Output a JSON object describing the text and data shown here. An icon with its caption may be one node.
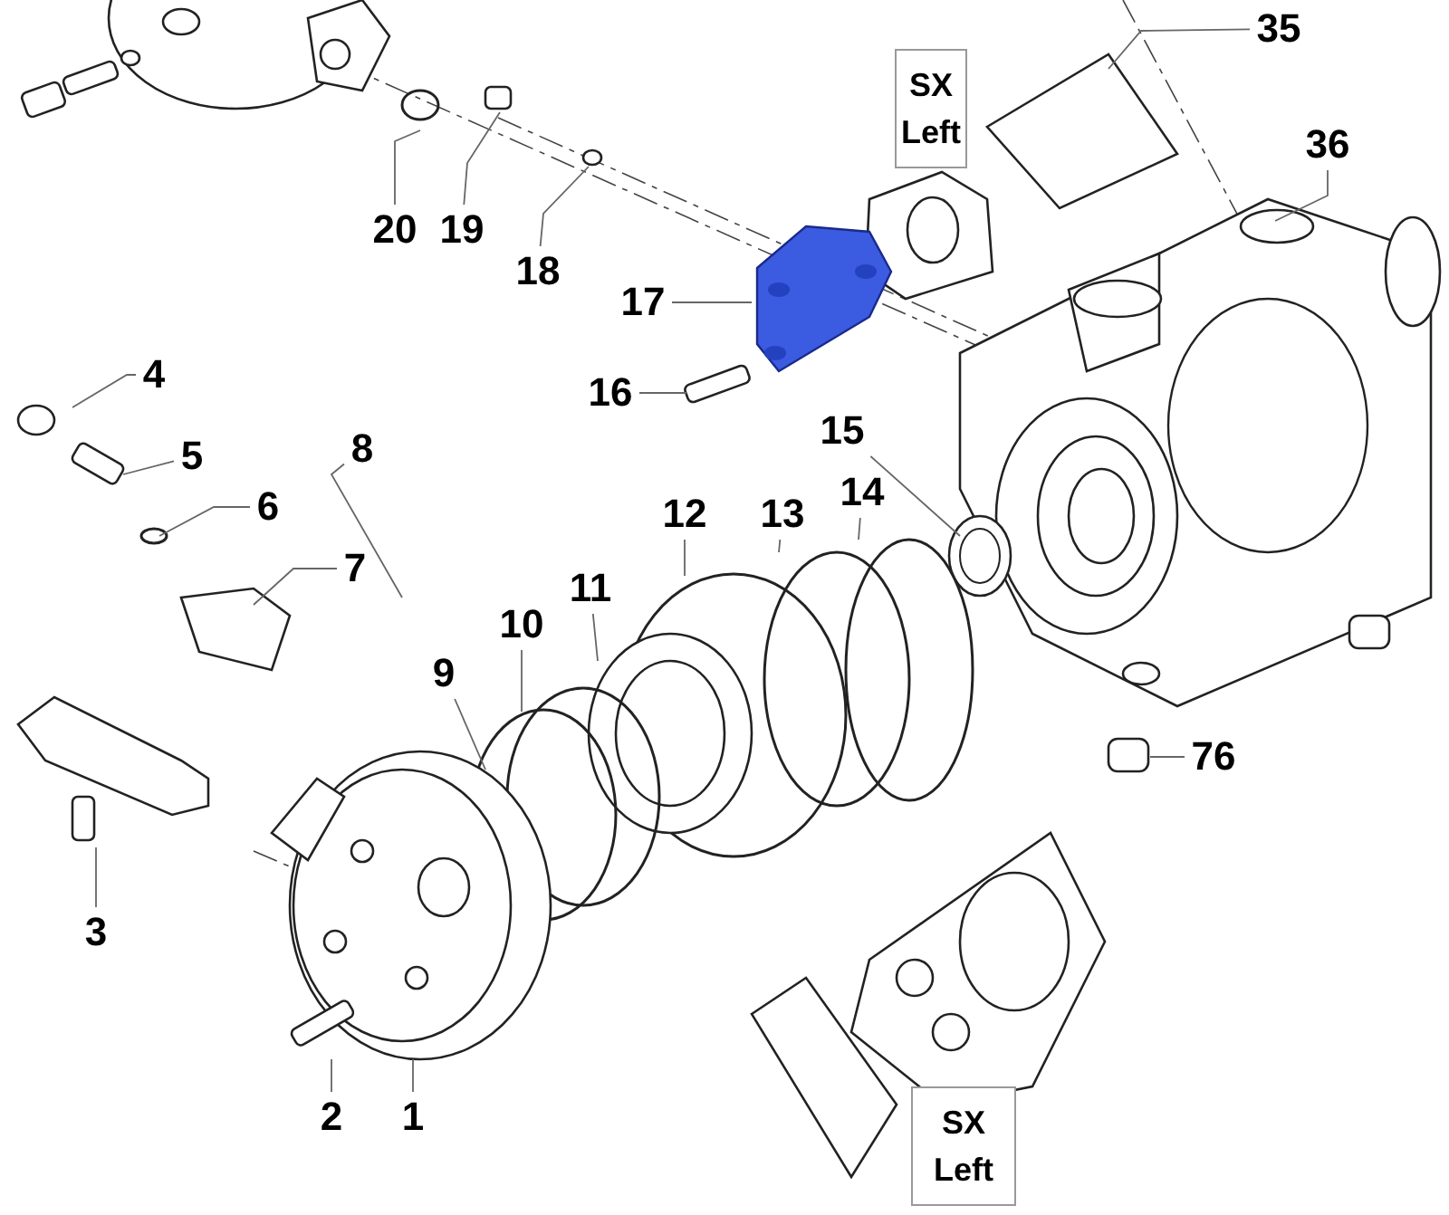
{
  "diagram": {
    "nodes": [
      {
        "text": [
          "35"
        ]
      },
      {
        "text": [
          "SX Left"
        ]
      },
      {
        "text": [
          "36"
        ]
      },
      {
        "text": [
          "20"
        ]
      },
      {
        "text": [
          "19"
        ]
      },
      {
        "text": [
          "18"
        ]
      },
      {
        "text": [
          "17"
        ]
      },
      {
        "text": [
          "16"
        ]
      },
      {
        "text": [
          "4"
        ]
      },
      {
        "text": [
          "8"
        ]
      },
      {
        "text": [
          "5"
        ]
      },
      {
        "text": [
          "15"
        ]
      },
      {
        "text": [
          "6"
        ]
      },
      {
        "text": [
          "14"
        ]
      },
      {
        "text": [
          "12"
        ]
      },
      {
        "text": [
          "13"
        ]
      },
      {
        "text": [
          "7"
        ]
      },
      {
        "text": [
          "11"
        ]
      },
      {
        "text": [
          "10"
        ]
      },
      {
        "text": [
          "9"
        ]
      },
      {
        "text": [
          "76"
        ]
      },
      {
        "text": [
          "3"
        ]
      },
      {
        "text": [
          "SX Left"
        ]
      },
      {
        "text": [
          "2"
        ]
      },
      {
        "text": [
          "1"
        ]
      }
    ],
    "edges": [
      {
        "from": 0,
        "to": null,
        "arrow": "none"
      },
      {
        "from": 2,
        "to": null,
        "arrow": "none"
      },
      {
        "from": 3,
        "to": null,
        "arrow": "none"
      },
      {
        "from": 4,
        "to": null,
        "arrow": "none"
      },
      {
        "from": 5,
        "to": null,
        "arrow": "none"
      },
      {
        "from": 6,
        "to": null,
        "arrow": "none"
      },
      {
        "from": 7,
        "to": null,
        "arrow": "none"
      },
      {
        "from": 8,
        "to": null,
        "arrow": "none"
      },
      {
        "from": 9,
        "to": null,
        "arrow": "none"
      },
      {
        "from": 10,
        "to": null,
        "arrow": "none"
      },
      {
        "from": 11,
        "to": null,
        "arrow": "none"
      },
      {
        "from": 12,
        "to": null,
        "arrow": "none"
      },
      {
        "from": 13,
        "to": null,
        "arrow": "none"
      },
      {
        "from": 14,
        "to": null,
        "arrow": "none"
      },
      {
        "from": 15,
        "to": null,
        "arrow": "none"
      },
      {
        "from": 16,
        "to": null,
        "arrow": "none"
      },
      {
        "from": 17,
        "to": null,
        "arrow": "none"
      },
      {
        "from": 18,
        "to": null,
        "arrow": "none"
      },
      {
        "from": 19,
        "to": null,
        "arrow": "none"
      },
      {
        "from": 20,
        "to": null,
        "arrow": "none"
      },
      {
        "from": 21,
        "to": null,
        "arrow": "none"
      },
      {
        "from": 23,
        "to": null,
        "arrow": "none"
      },
      {
        "from": 24,
        "to": null,
        "arrow": "none"
      }
    ]
  }
}
